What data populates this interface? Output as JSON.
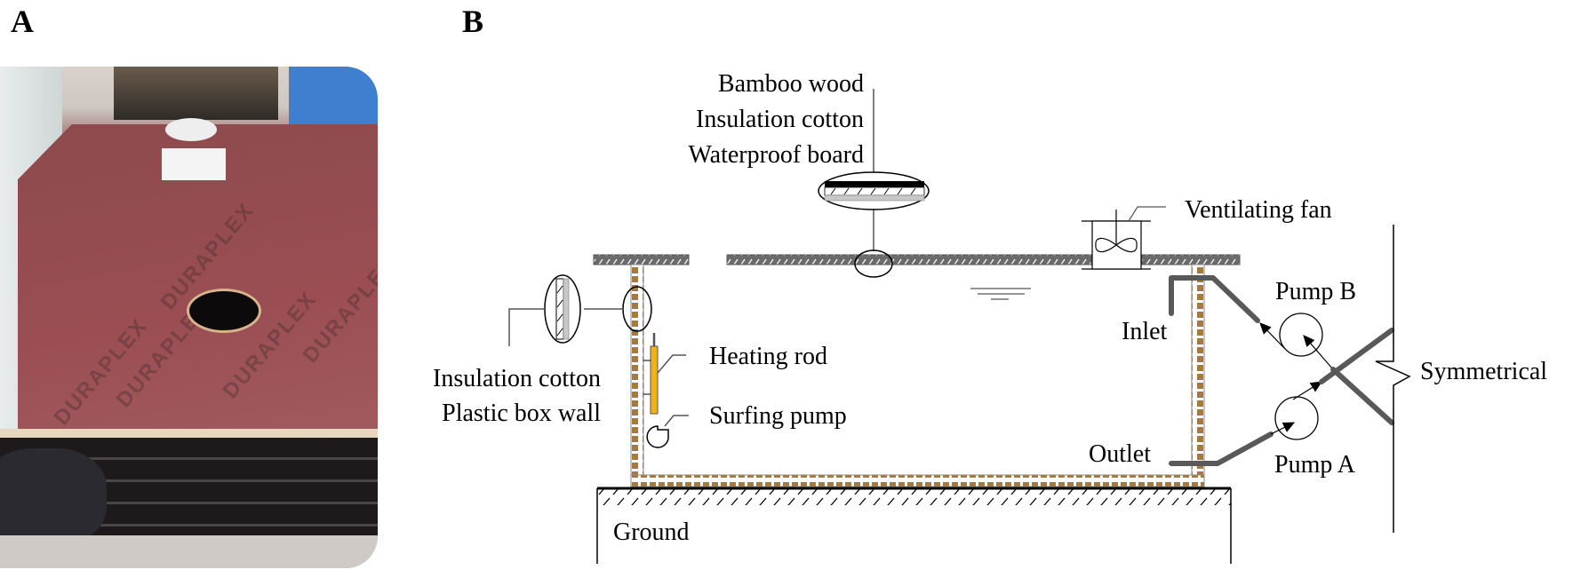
{
  "panels": {
    "a": {
      "label": "A",
      "photo_description": "Photograph of insulated box with red DURAPLEX board lid and circular hole",
      "board_text": "DURAPLEX"
    },
    "b": {
      "label": "B"
    }
  },
  "diagram": {
    "lid_layers_labels": [
      "Bamboo wood",
      "Insulation cotton",
      "Waterproof board"
    ],
    "wall_layers_labels": [
      "Insulation cotton",
      "Plastic box wall"
    ],
    "components": {
      "heating_rod": "Heating rod",
      "surfing_pump": "Surfing pump",
      "ventilating_fan": "Ventilating fan",
      "inlet": "Inlet",
      "outlet": "Outlet",
      "pump_b": "Pump B",
      "pump_a": "Pump A",
      "symmetrical": "Symmetrical",
      "ground": "Ground"
    },
    "colors": {
      "wall_fill": "#a87a3a",
      "lid_fill": "#6b6b6b",
      "heating_rod": "#f2b316",
      "pipe": "#595959",
      "line": "#000000"
    }
  }
}
